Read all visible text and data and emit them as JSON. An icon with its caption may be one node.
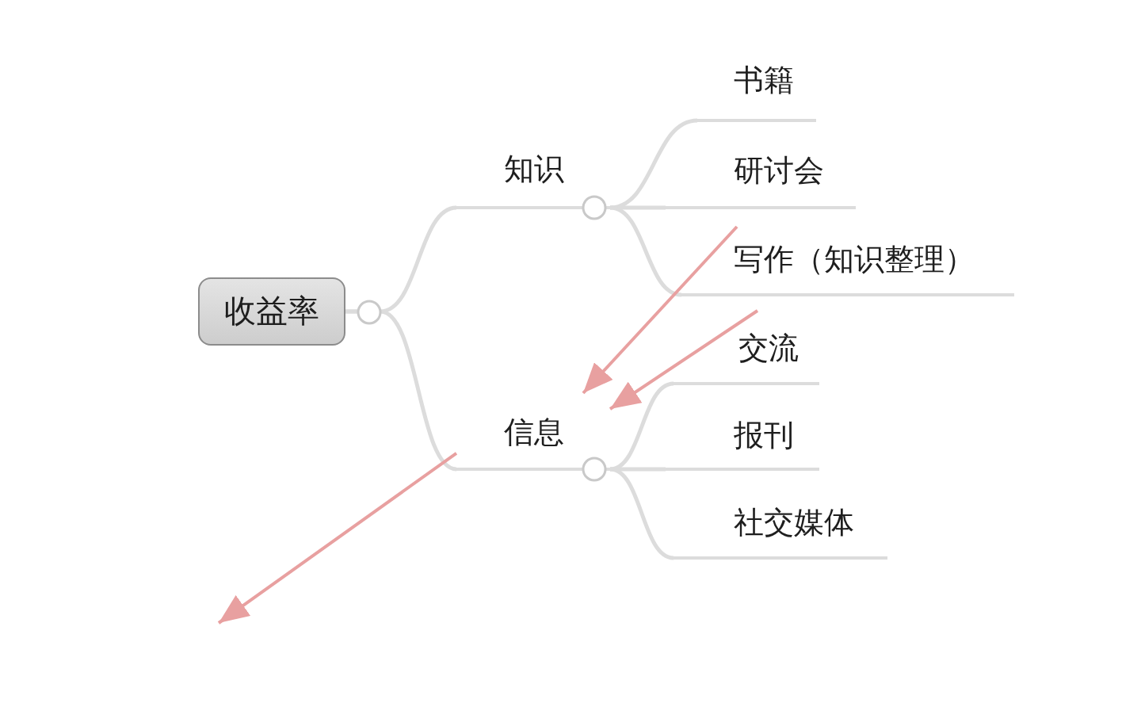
{
  "diagram": {
    "nodes": [
      {
        "text": [
          "收益率"
        ]
      },
      {
        "text": [
          "知识"
        ]
      },
      {
        "text": [
          "书籍"
        ]
      },
      {
        "text": [
          "研讨会"
        ]
      },
      {
        "text": [
          "写作（知识整理）"
        ]
      },
      {
        "text": [
          "信息"
        ]
      },
      {
        "text": [
          "交流"
        ]
      },
      {
        "text": [
          "报刊"
        ]
      },
      {
        "text": [
          "社交媒体"
        ]
      }
    ],
    "edges": [
      {
        "from": 0,
        "to": 1,
        "arrow": "none"
      },
      {
        "from": 0,
        "to": 5,
        "arrow": "none"
      },
      {
        "from": 1,
        "to": 2,
        "arrow": "none"
      },
      {
        "from": 1,
        "to": 3,
        "arrow": "none"
      },
      {
        "from": 1,
        "to": 4,
        "arrow": "none"
      },
      {
        "from": 5,
        "to": 6,
        "arrow": "none"
      },
      {
        "from": 5,
        "to": 7,
        "arrow": "none"
      },
      {
        "from": 5,
        "to": 8,
        "arrow": "none"
      },
      {
        "from": 4,
        "to": 5,
        "arrow": "to",
        "color": "#e8a0a0"
      },
      {
        "from": 6,
        "to": 5,
        "arrow": "to",
        "color": "#e8a0a0"
      },
      {
        "from": 5,
        "to": null,
        "arrow": "to",
        "color": "#e8a0a0"
      }
    ]
  }
}
